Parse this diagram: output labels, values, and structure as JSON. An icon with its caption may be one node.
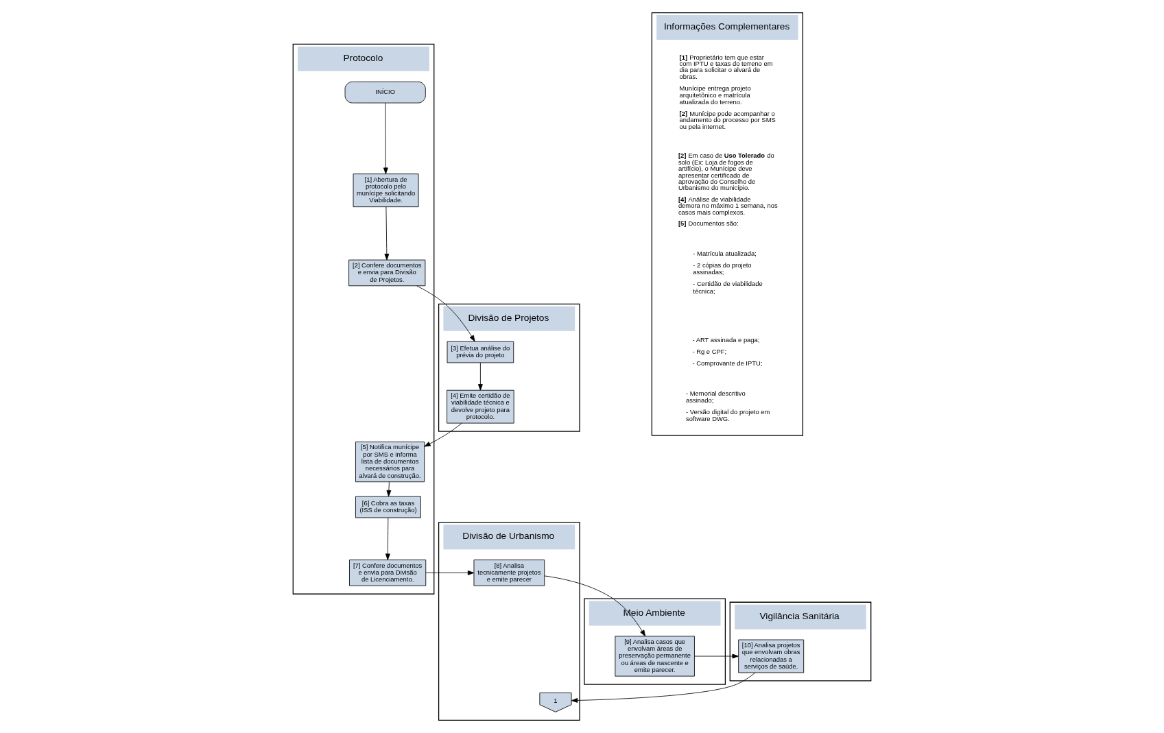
{
  "diagram": {
    "nodes": [
      {
        "text": [
          "Protocolo"
        ]
      },
      {
        "text": [
          "Divisão de Projetos"
        ]
      },
      {
        "text": [
          "Divisão de Urbanismo"
        ]
      },
      {
        "text": [
          "Meio Ambiente"
        ]
      },
      {
        "text": [
          "Vigilância Sanitária"
        ]
      },
      {
        "text": [
          "Informações Complementares"
        ]
      },
      {
        "text": [
          "INÍCIO"
        ],
        "in": 0
      },
      {
        "text": [
          "[1] Abertura de protocolo pelo munícipe solicitando Viabilidade."
        ],
        "in": 0
      },
      {
        "text": [
          "[2] Confere documentos e envia para Divisão de Projetos."
        ],
        "in": 0
      },
      {
        "text": [
          "[3] Efetua análise do prévia do projeto"
        ],
        "in": 1
      },
      {
        "text": [
          "[4] Emite certidão de viabilidade técnica e devolve projeto para protocolo."
        ],
        "in": 1
      },
      {
        "text": [
          "[5] Notifica munícipe por SMS e informa lista de documentos necessários para alvará de construção."
        ],
        "in": 0
      },
      {
        "text": [
          "[6] Cobra as taxas (ISS de construção)"
        ],
        "in": 0
      },
      {
        "text": [
          "[7] Confere documentos e envia para Divisão de Licenciamento."
        ],
        "in": 0
      },
      {
        "text": [
          "[8] Analisa tecnicamente projetos e emite parecer"
        ],
        "in": 2
      },
      {
        "text": [
          "[9] Analisa casos que envolvam áreas de preservação permanente ou áreas de nascente e emite parecer."
        ],
        "in": 3
      },
      {
        "text": [
          "[10] Analisa projetos que envolvam obras relacionadas a serviços de saúde."
        ],
        "in": 4
      },
      {
        "text": [
          "1"
        ],
        "in": 2
      }
    ],
    "edges": [
      {
        "from": 6,
        "to": 7,
        "arrow": "to"
      },
      {
        "from": 7,
        "to": 8,
        "arrow": "to"
      },
      {
        "from": 8,
        "to": 9,
        "arrow": "to"
      },
      {
        "from": 9,
        "to": 10,
        "arrow": "to"
      },
      {
        "from": 10,
        "to": 11,
        "arrow": "to"
      },
      {
        "from": 11,
        "to": 12,
        "arrow": "to"
      },
      {
        "from": 12,
        "to": 13,
        "arrow": "to"
      },
      {
        "from": 13,
        "to": 14,
        "arrow": "to"
      },
      {
        "from": 14,
        "to": 15,
        "arrow": "to"
      },
      {
        "from": 15,
        "to": 16,
        "arrow": "to"
      },
      {
        "from": 16,
        "to": 17,
        "arrow": "to"
      }
    ],
    "labels": [
      "**[1]** Proprietário tem que estar com IPTU e taxas do terreno em dia para solicitar o alvará de obras.",
      "Munícipe entrega projeto arquitetônico e matrícula atualizada do terreno.",
      "**[2]** Munícipe pode acompanhar o andamento do processo por SMS ou pela internet.",
      "**[2]** Em caso de **Uso Tolerado** do solo (Ex: Loja de fogos de artifício), o Munícipe deve apresentar certificado de aprovação do Conselho de Urbanismo do município.",
      "**[4]** Análise de viabilidade demora no máximo 1 semana, nos casos mais complexos.",
      "**[5]** Documentos são:",
      "- Matrícula atualizada;",
      "- 2 cópias do projeto assinadas;",
      "- Certidão de viabilidade técnica;",
      "- ART assinada e paga;",
      "- Rg e CPF;",
      "- Comprovante de IPTU;",
      "- Memorial descritivo assinado;",
      "- Versão digital do projeto em software DWG."
    ]
  }
}
